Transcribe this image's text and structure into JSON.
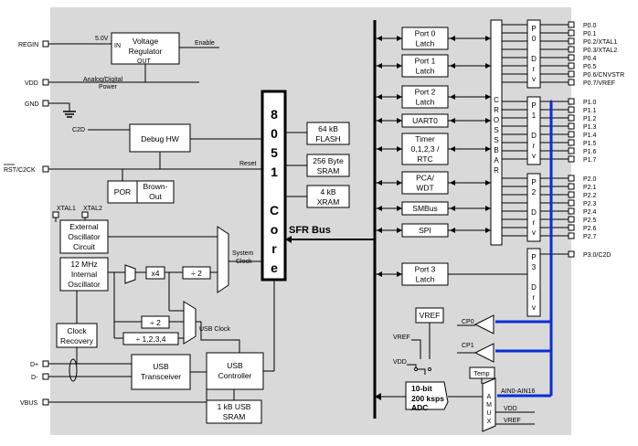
{
  "left_pins": {
    "regin": "REGIN",
    "vdd": "VDD",
    "gnd": "GND",
    "rst": "RST/C2CK",
    "dplus": "D+",
    "dminus": "D-",
    "vbus": "VBUS"
  },
  "vreg": {
    "line1": "Voltage",
    "line2": "Regulator",
    "in": "IN",
    "out": "OUT",
    "v5": "5.0V",
    "enable": "Enable",
    "analog1": "Analog/Digital",
    "analog2": "Power"
  },
  "c2d": "C2D",
  "debug": "Debug HW",
  "reset": "Reset",
  "por": "POR",
  "brownout": {
    "line1": "Brown-",
    "line2": "Out"
  },
  "xtal1": "XTAL1",
  "xtal2": "XTAL2",
  "ext_osc": {
    "line1": "External",
    "line2": "Oscillator",
    "line3": "Circuit"
  },
  "int_osc": {
    "line1": "12 MHz",
    "line2": "Internal",
    "line3": "Oscillator"
  },
  "x4": "x4",
  "div2a": "÷ 2",
  "div2b": "÷ 2",
  "div1234": "÷ 1,2,3,4",
  "sysclk": {
    "line1": "System",
    "line2": "Clock"
  },
  "usbclk": "USB Clock",
  "clock_recovery": {
    "line1": "Clock",
    "line2": "Recovery"
  },
  "usb_transceiver": {
    "line1": "USB",
    "line2": "Transceiver"
  },
  "usb_controller": {
    "line1": "USB",
    "line2": "Controller"
  },
  "usb_sram": {
    "line1": "1 kB USB",
    "line2": "SRAM"
  },
  "core_letters": [
    "8",
    "0",
    "5",
    "1",
    "",
    "C",
    "o",
    "r",
    "e"
  ],
  "flash": {
    "line1": "64 kB",
    "line2": "FLASH"
  },
  "sram": {
    "line1": "256 Byte",
    "line2": "SRAM"
  },
  "xram": {
    "line1": "4 kB",
    "line2": "XRAM"
  },
  "sfr_bus": "SFR Bus",
  "periph": [
    {
      "line1": "Port 0",
      "line2": "Latch"
    },
    {
      "line1": "Port 1",
      "line2": "Latch"
    },
    {
      "line1": "Port 2",
      "line2": "Latch"
    },
    {
      "line1": "UART0",
      "line2": ""
    },
    {
      "line1": "Timer",
      "line2": "0,1,2,3 /",
      "line3": "RTC"
    },
    {
      "line1": "PCA/",
      "line2": "WDT"
    },
    {
      "line1": "SMBus",
      "line2": ""
    },
    {
      "line1": "SPI",
      "line2": ""
    },
    {
      "line1": "Port 3",
      "line2": "Latch"
    }
  ],
  "crossbar": [
    "C",
    "R",
    "O",
    "S",
    "S",
    "B",
    "A",
    "R"
  ],
  "drivers": [
    {
      "letters": [
        "P",
        "0",
        "",
        "D",
        "r",
        "v"
      ]
    },
    {
      "letters": [
        "P",
        "1",
        "",
        "D",
        "r",
        "v"
      ]
    },
    {
      "letters": [
        "P",
        "2",
        "",
        "D",
        "r",
        "v"
      ]
    },
    {
      "letters": [
        "P",
        "3",
        "",
        "D",
        "r",
        "v"
      ]
    }
  ],
  "p0_pins": [
    "P0.0",
    "P0.1",
    "P0.2/XTAL1",
    "P0.3/XTAL2",
    "P0.4",
    "P0.5",
    "P0.6/CNVSTR",
    "P0.7/VREF"
  ],
  "p1_pins": [
    "P1.0",
    "P1.1",
    "P1.2",
    "P1.3",
    "P1.4",
    "P1.5",
    "P1.6",
    "P1.7"
  ],
  "p2_pins": [
    "P2.0",
    "P2.1",
    "P2.2",
    "P2.3",
    "P2.4",
    "P2.5",
    "P2.6",
    "P2.7"
  ],
  "p3_pins": [
    "P3.0/C2D"
  ],
  "vref": "VREF",
  "vref_in": "VREF",
  "cp0": "CP0",
  "cp1": "CP1",
  "vdd_small": "VDD",
  "temp": "Temp",
  "adc": {
    "line1": "10-bit",
    "line2": "200 ksps",
    "line3": "ADC"
  },
  "amux": [
    "A",
    "M",
    "U",
    "X"
  ],
  "ain": "AIN0-AIN16",
  "amux_vdd": "VDD",
  "amux_vref": "VREF",
  "colors": {
    "panel": "#d9d9d9",
    "blue": "#0a2dd6",
    "line": "#000000"
  }
}
